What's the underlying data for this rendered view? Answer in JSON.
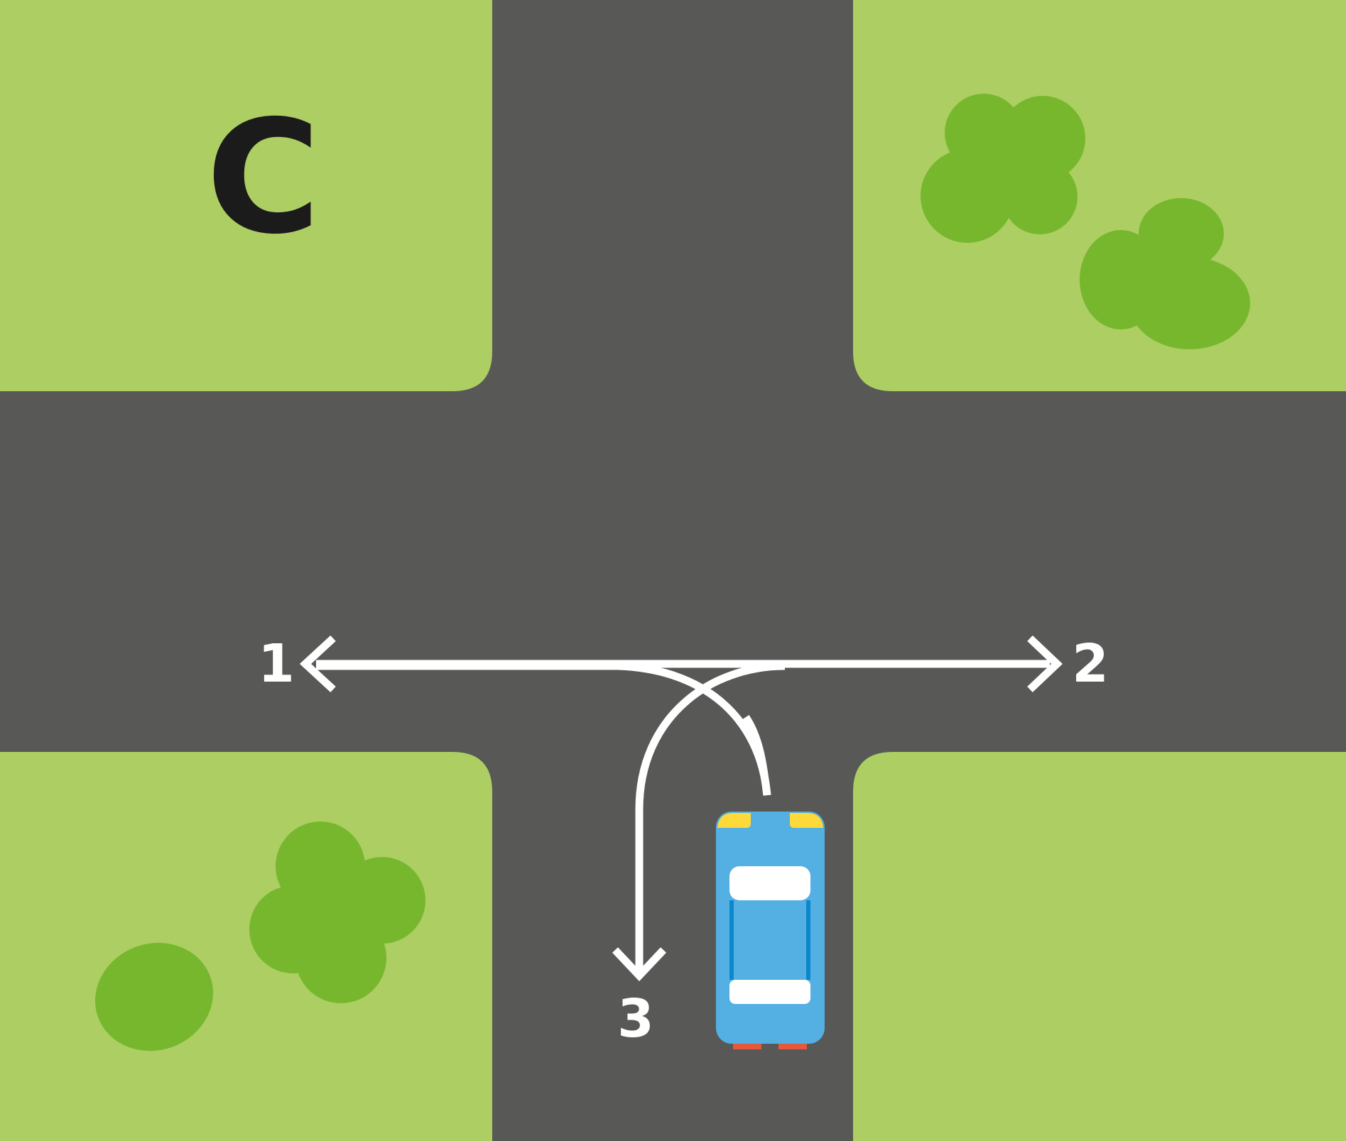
{
  "colors": {
    "grass": "#acce63",
    "road": "#585856",
    "bush": "#77b72d",
    "car_body": "#54afe3",
    "car_glass": "#ffffff",
    "car_pillar": "#0a88cc",
    "headlight": "#fed93a",
    "taillight": "#e5583b",
    "marking": "#ffffff",
    "corner_letter": "#1b1b1b"
  },
  "corner_letter": "C",
  "routes": [
    {
      "id": "route-1",
      "direction": "left",
      "label": "1"
    },
    {
      "id": "route-2",
      "direction": "right",
      "label": "2"
    },
    {
      "id": "route-3",
      "direction": "u-turn",
      "label": "3"
    }
  ],
  "icons": {
    "vehicle": "car-top-view-icon",
    "bushes": "bush-icon"
  }
}
